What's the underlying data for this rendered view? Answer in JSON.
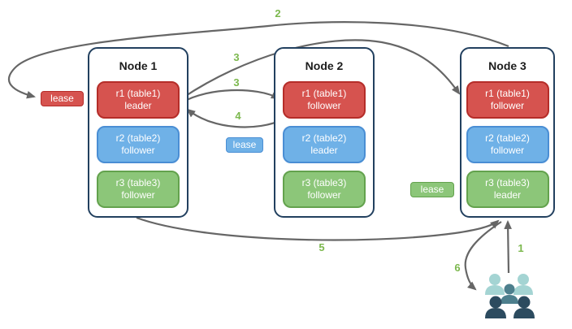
{
  "diagram": {
    "nodes": [
      {
        "title": "Node 1",
        "replicas": [
          {
            "label": "r1 (table1)",
            "role": "leader",
            "color": "red"
          },
          {
            "label": "r2 (table2)",
            "role": "follower",
            "color": "blue"
          },
          {
            "label": "r3 (table3)",
            "role": "follower",
            "color": "green"
          }
        ]
      },
      {
        "title": "Node 2",
        "replicas": [
          {
            "label": "r1 (table1)",
            "role": "follower",
            "color": "red"
          },
          {
            "label": "r2 (table2)",
            "role": "leader",
            "color": "blue"
          },
          {
            "label": "r3 (table3)",
            "role": "follower",
            "color": "green"
          }
        ]
      },
      {
        "title": "Node 3",
        "replicas": [
          {
            "label": "r1 (table1)",
            "role": "follower",
            "color": "red"
          },
          {
            "label": "r2 (table2)",
            "role": "follower",
            "color": "blue"
          },
          {
            "label": "r3 (table3)",
            "role": "leader",
            "color": "green"
          }
        ]
      }
    ],
    "leases": [
      {
        "label": "lease",
        "color": "red"
      },
      {
        "label": "lease",
        "color": "blue"
      },
      {
        "label": "lease",
        "color": "green"
      }
    ],
    "steps": {
      "step1": "1",
      "step2": "2",
      "step3a": "3",
      "step3b": "3",
      "step4": "4",
      "step5": "5",
      "step6": "6"
    },
    "icons": {
      "users": "users-group-icon"
    },
    "colors": {
      "red_fill": "#d6534f",
      "red_border": "#b52d29",
      "blue_fill": "#6fb1e7",
      "blue_border": "#4a8ed4",
      "green_fill": "#8cc679",
      "green_border": "#63a24d",
      "node_border": "#22405f",
      "arrow": "#666666",
      "step_label": "#7cb84e",
      "title_text": "#1d1d1d",
      "users_light": "#a4d4d3",
      "users_mid": "#4d7f8d",
      "users_dark": "#2c4b5f"
    }
  }
}
